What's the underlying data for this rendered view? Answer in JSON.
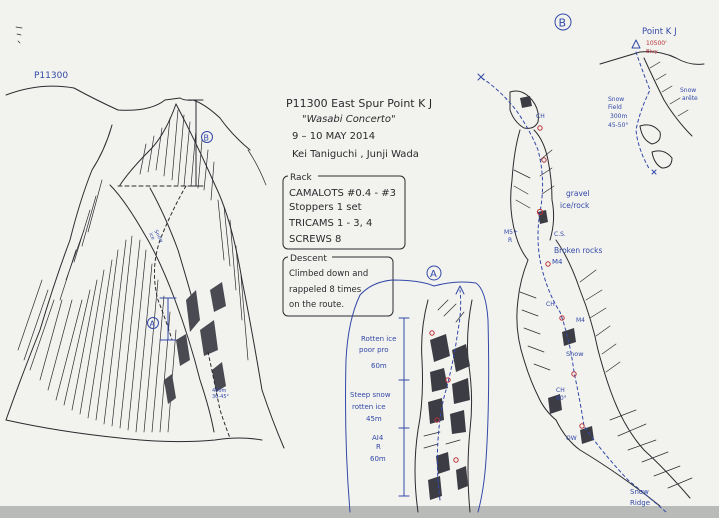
{
  "colors": {
    "paper": "#f3f4ee",
    "ink": "#2b2b30",
    "blue_ink": "#3348a8",
    "red_ink": "#b8323a"
  },
  "peak_left_label": "P11300",
  "header": {
    "title": "P11300 East Spur  Point K J",
    "route": "\"Wasabi Concerto\"",
    "dates": "9 – 10  MAY 2014",
    "climbers": "Kei Taniguchi ,  Junji Wada"
  },
  "rack": {
    "label": "Rack",
    "lines": [
      "CAMALOTS #0.4 - #3",
      "Stoppers   1 set",
      "TRICAMS  1 - 3, 4",
      "SCREWS    8"
    ]
  },
  "descent": {
    "label": "Descent",
    "lines": [
      "Climbed down and",
      "rappeled 8 times",
      "on the route."
    ]
  },
  "topo_a": {
    "marker": "A",
    "pitches": [
      {
        "lines": [
          "Rotten ice",
          "poor pro",
          "60m"
        ]
      },
      {
        "lines": [
          "Steep snow",
          "rotten ice",
          "45m"
        ]
      },
      {
        "lines": [
          "AI4",
          "R",
          "60m"
        ]
      }
    ]
  },
  "topo_b": {
    "marker": "B",
    "labels": {
      "gravel": [
        "gravel",
        "ice/rock"
      ],
      "broken": [
        "Broken rocks",
        "M4"
      ],
      "m5": [
        "M5+",
        "R"
      ],
      "cs": "C.S.",
      "ch": "CH",
      "m4": "M4",
      "snow": "Snow",
      "ch80": [
        "CH",
        "80°"
      ],
      "ow": "OW",
      "snow_ridge": [
        "Snow",
        "Ridge"
      ]
    }
  },
  "summit": {
    "peak": "Point K J",
    "altitude": "10500'",
    "bivy": "Bivy",
    "snow_field": [
      "Snow",
      "Field",
      "300m",
      "45-50°"
    ],
    "snow_arete": [
      "Snow",
      "arête"
    ]
  },
  "overview": {
    "marker_a": "A",
    "marker_b": "B",
    "snow_ice": [
      "Snow",
      "ice"
    ],
    "bottom": [
      "400m",
      "30-45°"
    ]
  }
}
